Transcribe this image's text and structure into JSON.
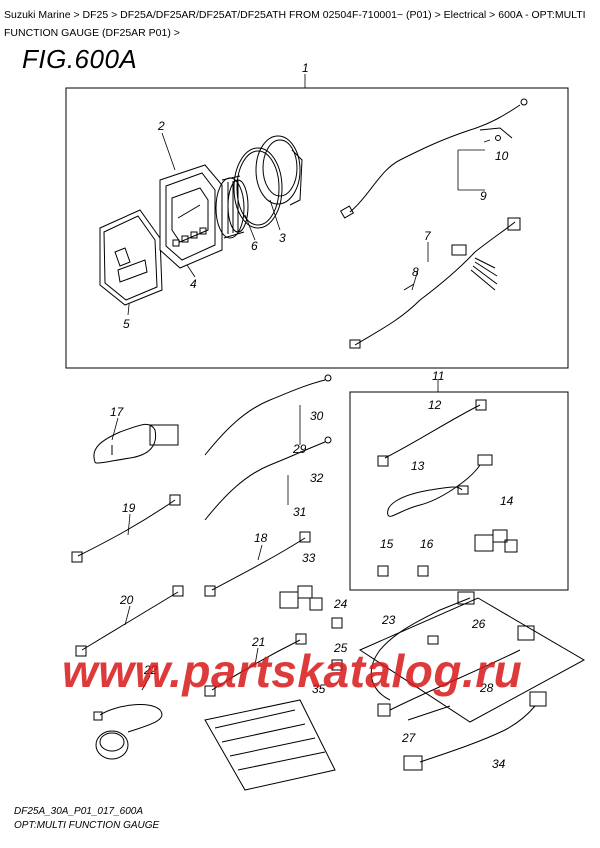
{
  "breadcrumb": {
    "items": [
      "Suzuki Marine",
      "DF25",
      "DF25A/DF25AR/DF25AT/DF25ATH FROM 02504F-710001~ (P01)",
      "Electrical",
      "600A - OPT:MULTI FUNCTION GAUGE (DF25AR P01)"
    ],
    "separator": " > "
  },
  "figure": {
    "title": "FIG.600A",
    "code": "DF25A_30A_P01_017_600A",
    "name": "OPT:MULTI FUNCTION GAUGE"
  },
  "watermark": "www.partskatalog.ru",
  "labels": [
    "1",
    "2",
    "3",
    "4",
    "5",
    "6",
    "7",
    "8",
    "9",
    "10",
    "11",
    "12",
    "13",
    "14",
    "15",
    "16",
    "17",
    "18",
    "19",
    "20",
    "21",
    "22",
    "23",
    "24",
    "25",
    "26",
    "27",
    "28",
    "29",
    "30",
    "31",
    "32",
    "33",
    "34",
    "35"
  ],
  "colors": {
    "line": "#000000",
    "watermark": "#d71919"
  }
}
